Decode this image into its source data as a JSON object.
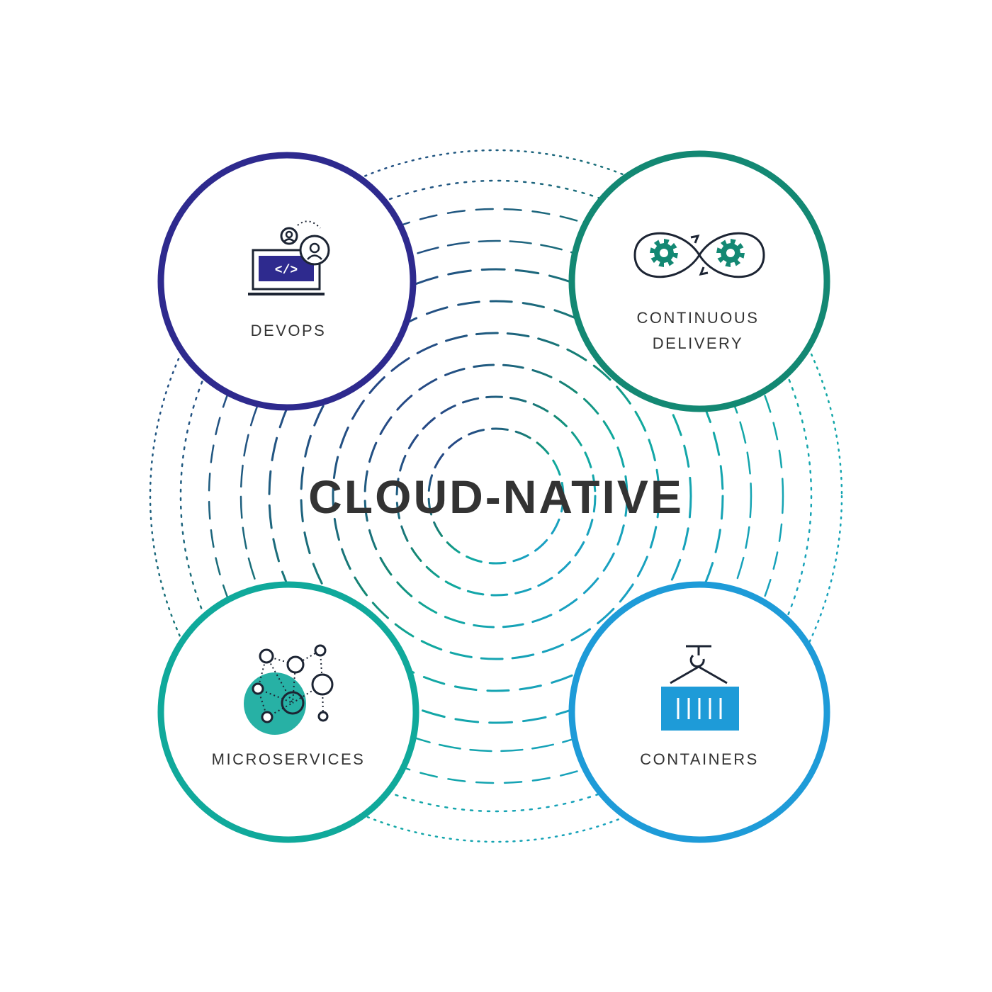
{
  "center": {
    "title": "CLOUD-NATIVE"
  },
  "nodes": [
    {
      "id": "devops",
      "lines": [
        "DEVOPS"
      ],
      "color": "#2e2a8e",
      "icon": "developer-laptop-icon"
    },
    {
      "id": "continuous-delivery",
      "lines": [
        "CONTINUOUS",
        "DELIVERY"
      ],
      "color": "#138873",
      "icon": "gears-infinity-icon"
    },
    {
      "id": "microservices",
      "lines": [
        "MICROSERVICES"
      ],
      "color": "#10a99b",
      "icon": "network-nodes-icon"
    },
    {
      "id": "containers",
      "lines": [
        "CONTAINERS"
      ],
      "color": "#1e9bd8",
      "icon": "shipping-container-icon"
    }
  ],
  "colors": {
    "text": "#333333",
    "ring_gradient": [
      "#2e2a8e",
      "#138873",
      "#10a99b",
      "#1e9bd8"
    ],
    "icon_dark": "#1c2433"
  }
}
